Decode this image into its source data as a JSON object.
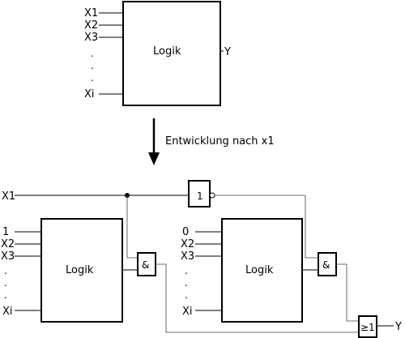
{
  "top": {
    "inputs": [
      "X1",
      "X2",
      "X3",
      "Xi"
    ],
    "dots": [
      ".",
      ".",
      "."
    ],
    "block_label": "Logik",
    "output": "Y"
  },
  "arrow_label": "Entwicklung nach x1",
  "bottom": {
    "x1_label": "X1",
    "not_gate_label": "1",
    "left_block": {
      "inputs": [
        "1",
        "X2",
        "X3",
        "Xi"
      ],
      "dots": [
        ".",
        ".",
        "."
      ],
      "label": "Logik"
    },
    "right_block": {
      "inputs": [
        "0",
        "X2",
        "X3",
        "Xi"
      ],
      "dots": [
        ".",
        ".",
        "."
      ],
      "label": "Logik"
    },
    "and_gate_left": "&",
    "and_gate_right": "&",
    "or_gate": "≥1",
    "output": "Y"
  }
}
